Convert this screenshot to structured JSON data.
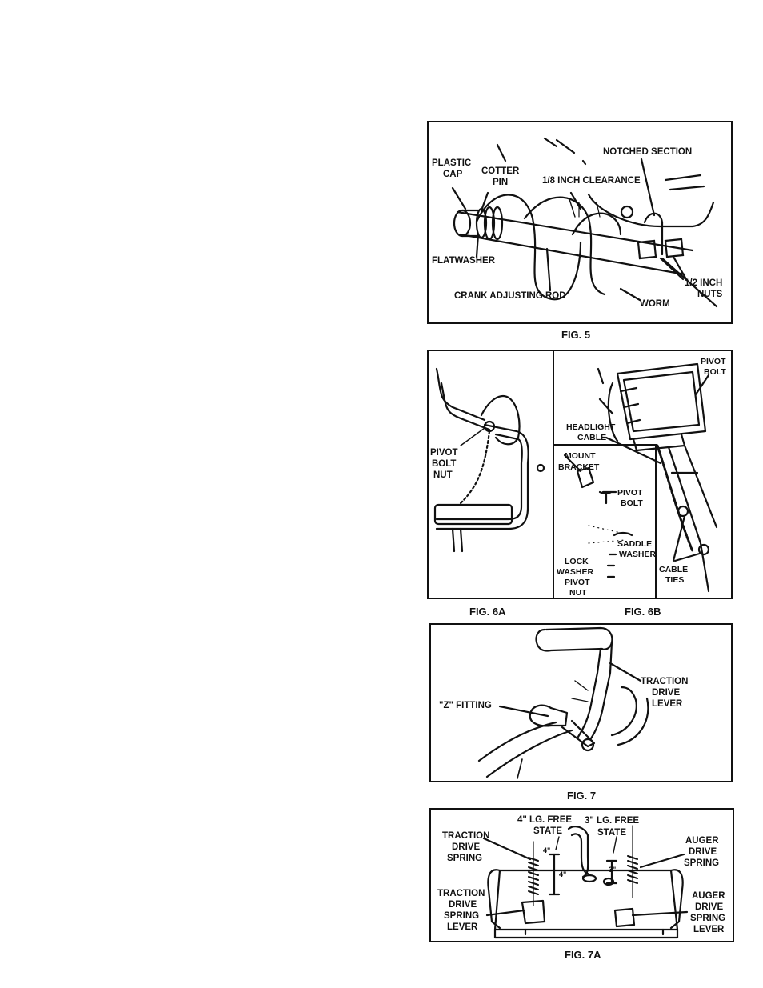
{
  "fig5": {
    "caption": "FIG. 5",
    "labels": {
      "plastic": "PLASTIC",
      "cap": "CAP",
      "cotter": "COTTER",
      "pin": "PIN",
      "clearance": "1/8 INCH CLEARANCE",
      "notched": "NOTCHED SECTION",
      "flatwasher": "FLATWASHER",
      "crank_rod": "CRANK ADJUSTING ROD",
      "worm": "WORM",
      "half_inch": "1/2 INCH",
      "nuts": "NUTS"
    }
  },
  "fig6": {
    "caption_a": "FIG. 6A",
    "caption_b": "FIG. 6B",
    "labels": {
      "pivot": "PIVOT",
      "bolt": "BOLT",
      "nut": "NUT",
      "pivot_b": "PIVOT",
      "bolt_b": "BOLT",
      "headlight": "HEADLIGHT",
      "cable": "CABLE",
      "mount": "MOUNT",
      "bracket": "BRACKET",
      "pivot_c": "PIVOT",
      "bolt_c": "BOLT",
      "saddle": "SADDLE",
      "washer": "WASHER",
      "lock": "LOCK",
      "washer_b": "WASHER",
      "pivot_d": "PIVOT",
      "nut_b": "NUT",
      "cable_b": "CABLE",
      "ties": "TIES"
    }
  },
  "fig7": {
    "caption": "FIG. 7",
    "labels": {
      "traction": "TRACTION",
      "drive": "DRIVE",
      "lever": "LEVER",
      "z_fitting": "\"Z\" FITTING"
    }
  },
  "fig7a": {
    "caption": "FIG. 7A",
    "labels": {
      "four_free": "4\" LG. FREE",
      "state_a": "STATE",
      "three_free": "3\" LG. FREE",
      "state_b": "STATE",
      "traction_spring_1": "TRACTION",
      "traction_spring_2": "DRIVE",
      "traction_spring_3": "SPRING",
      "auger_spring_1": "AUGER",
      "auger_spring_2": "DRIVE",
      "auger_spring_3": "SPRING",
      "traction_lever_1": "TRACTION",
      "traction_lever_2": "DRIVE",
      "traction_lever_3": "SPRING",
      "traction_lever_4": "LEVER",
      "auger_lever_1": "AUGER",
      "auger_lever_2": "DRIVE",
      "auger_lever_3": "SPRING",
      "auger_lever_4": "LEVER",
      "dim_four": "4\"",
      "dim_four_b": "4\"",
      "dim_three": "3\""
    }
  }
}
